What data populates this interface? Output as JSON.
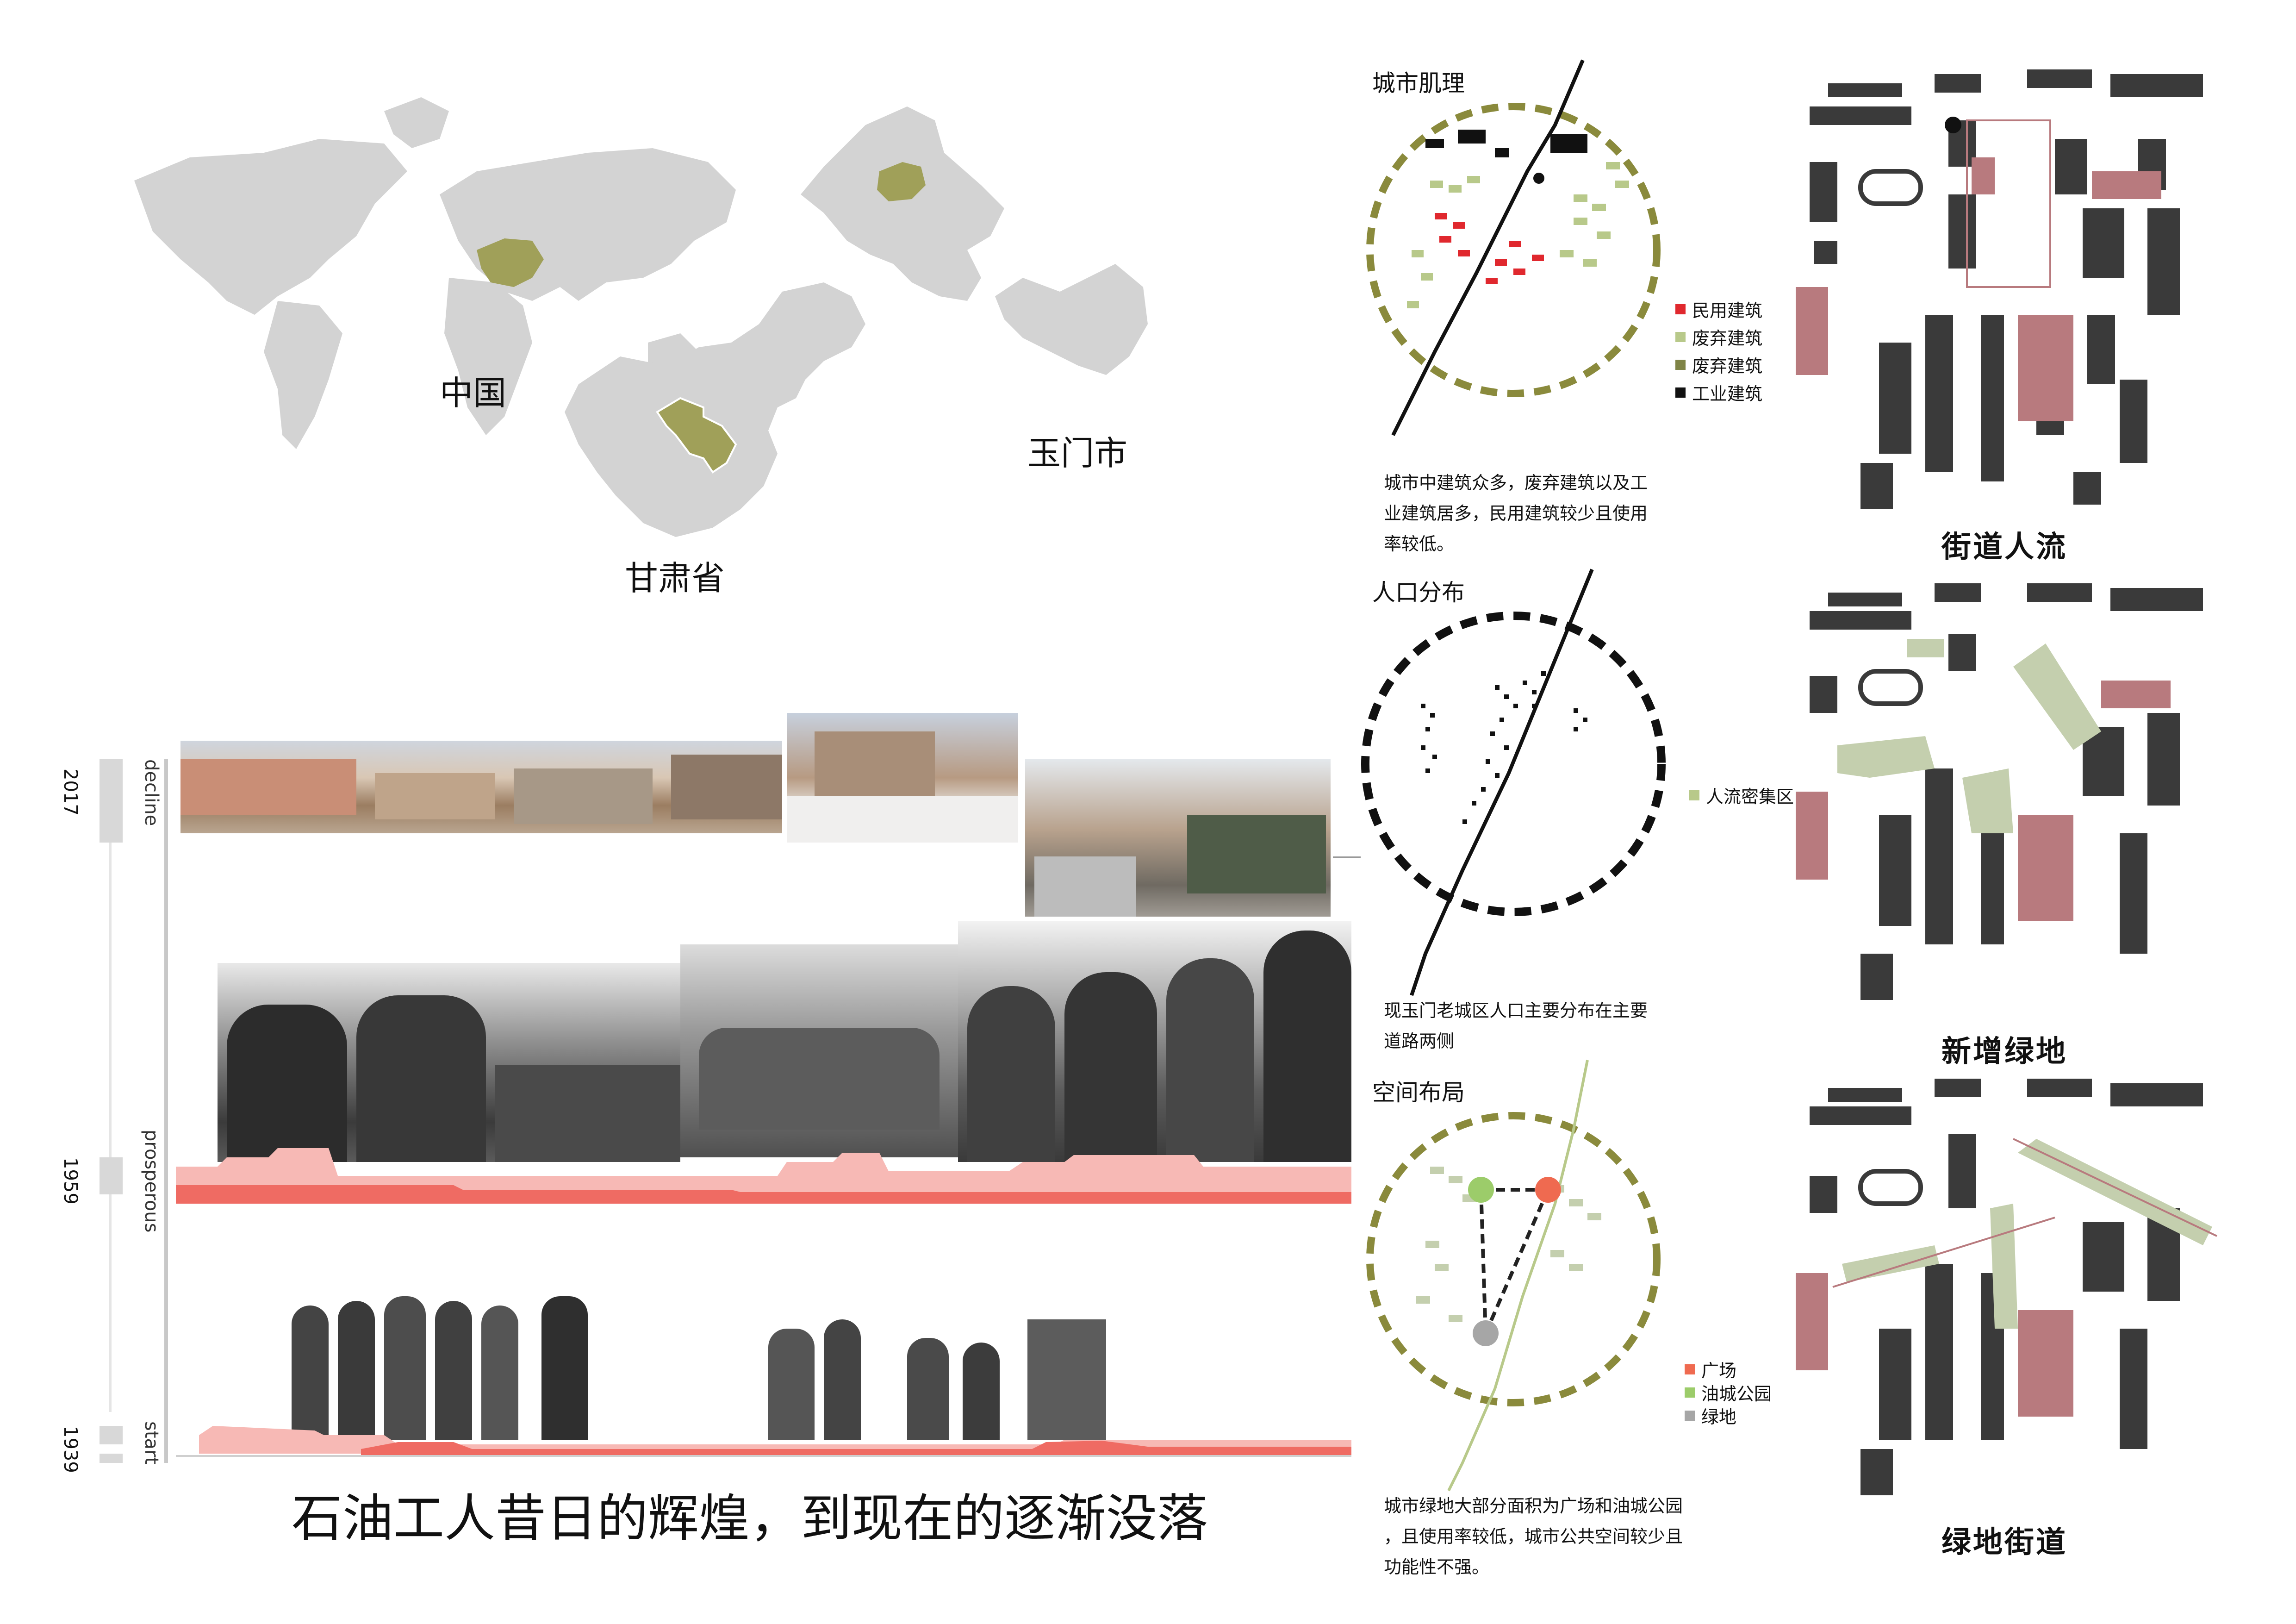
{
  "maps": {
    "label_china": "中国",
    "label_gansu": "甘肃省",
    "label_yumen": "玉门市"
  },
  "timeline": {
    "years": [
      "2017",
      "1959",
      "1939"
    ],
    "phases": [
      "decline",
      "prosperous",
      "start"
    ],
    "caption": "石油工人昔日的辉煌，到现在的逐渐没落"
  },
  "analysis": {
    "urban_texture": {
      "title": "城市肌理",
      "legend": [
        {
          "label": "民用建筑",
          "color": "#e0282e"
        },
        {
          "label": "废弃建筑",
          "color": "#b8c98a"
        },
        {
          "label": "废弃建筑",
          "color": "#7f8446"
        },
        {
          "label": "工业建筑",
          "color": "#111111"
        }
      ],
      "desc_lines": [
        "城市中建筑众多，废弃建筑以及工",
        "业建筑居多，民用建筑较少且使用",
        "率较低。"
      ]
    },
    "population": {
      "title": "人口分布",
      "legend": [
        {
          "label": "人流密集区",
          "color": "#b8c98a"
        }
      ],
      "desc_lines": [
        "现玉门老城区人口主要分布在主要",
        "道路两侧"
      ]
    },
    "spatial_layout": {
      "title": "空间布局",
      "legend": [
        {
          "label": "广场",
          "color": "#ef6a50"
        },
        {
          "label": "油城公园",
          "color": "#9ccc6a"
        },
        {
          "label": "绿地",
          "color": "#a6a6a6"
        }
      ],
      "desc_lines": [
        "城市绿地大部分面积为广场和油城公园",
        "，且使用率较低，城市公共空间较少且",
        "功能性不强。"
      ]
    }
  },
  "streets": {
    "titles": [
      "街道人流",
      "新增绿地",
      "绿地街道"
    ]
  },
  "colors": {
    "map_gray": "#d3d3d3",
    "map_olive": "#a0a059",
    "dash_olive": "#8a8a3c",
    "block_dark": "#3a3a3a",
    "block_rose": "#b87a7e",
    "block_green": "#c4cfae",
    "band_pink": "#f7b9b5",
    "band_red": "#ef6b63"
  }
}
